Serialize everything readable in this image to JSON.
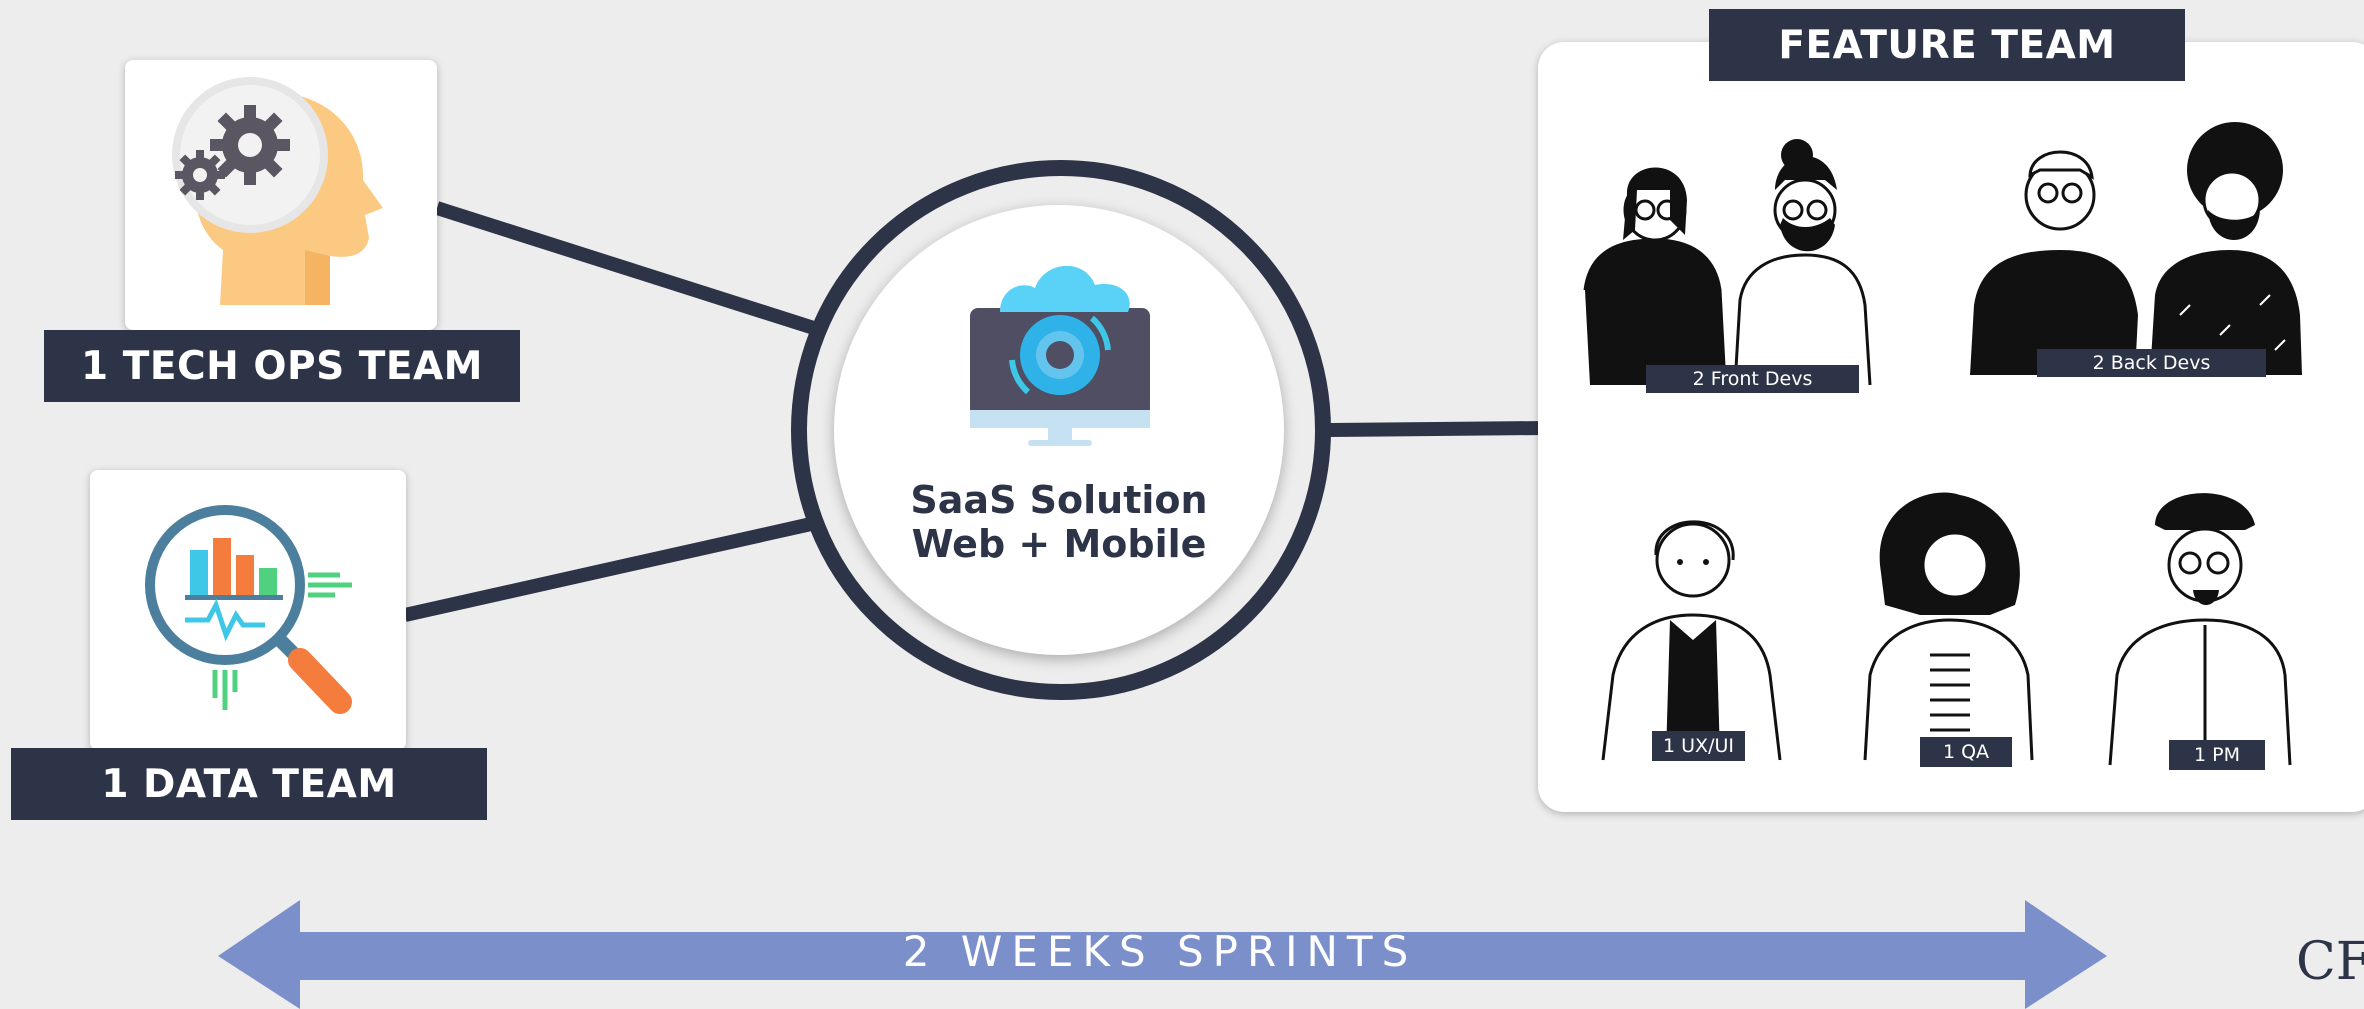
{
  "teams": {
    "tech_ops": {
      "label": "1 TECH OPS TEAM"
    },
    "data": {
      "label": "1 DATA TEAM"
    }
  },
  "center": {
    "line1": "SaaS Solution",
    "line2": "Web + Mobile"
  },
  "feature_team": {
    "title": "FEATURE TEAM",
    "roles": {
      "front_devs": "2 Front Devs",
      "back_devs": "2 Back Devs",
      "ux_ui": "1 UX/UI",
      "qa": "1 QA",
      "pm": "1 PM"
    }
  },
  "sprints": {
    "label": "2 WEEKS SPRINTS"
  },
  "logo": {
    "text": "CFT"
  },
  "colors": {
    "navy": "#2e3447",
    "arrow": "#7b8fcb",
    "background": "#ededed"
  }
}
